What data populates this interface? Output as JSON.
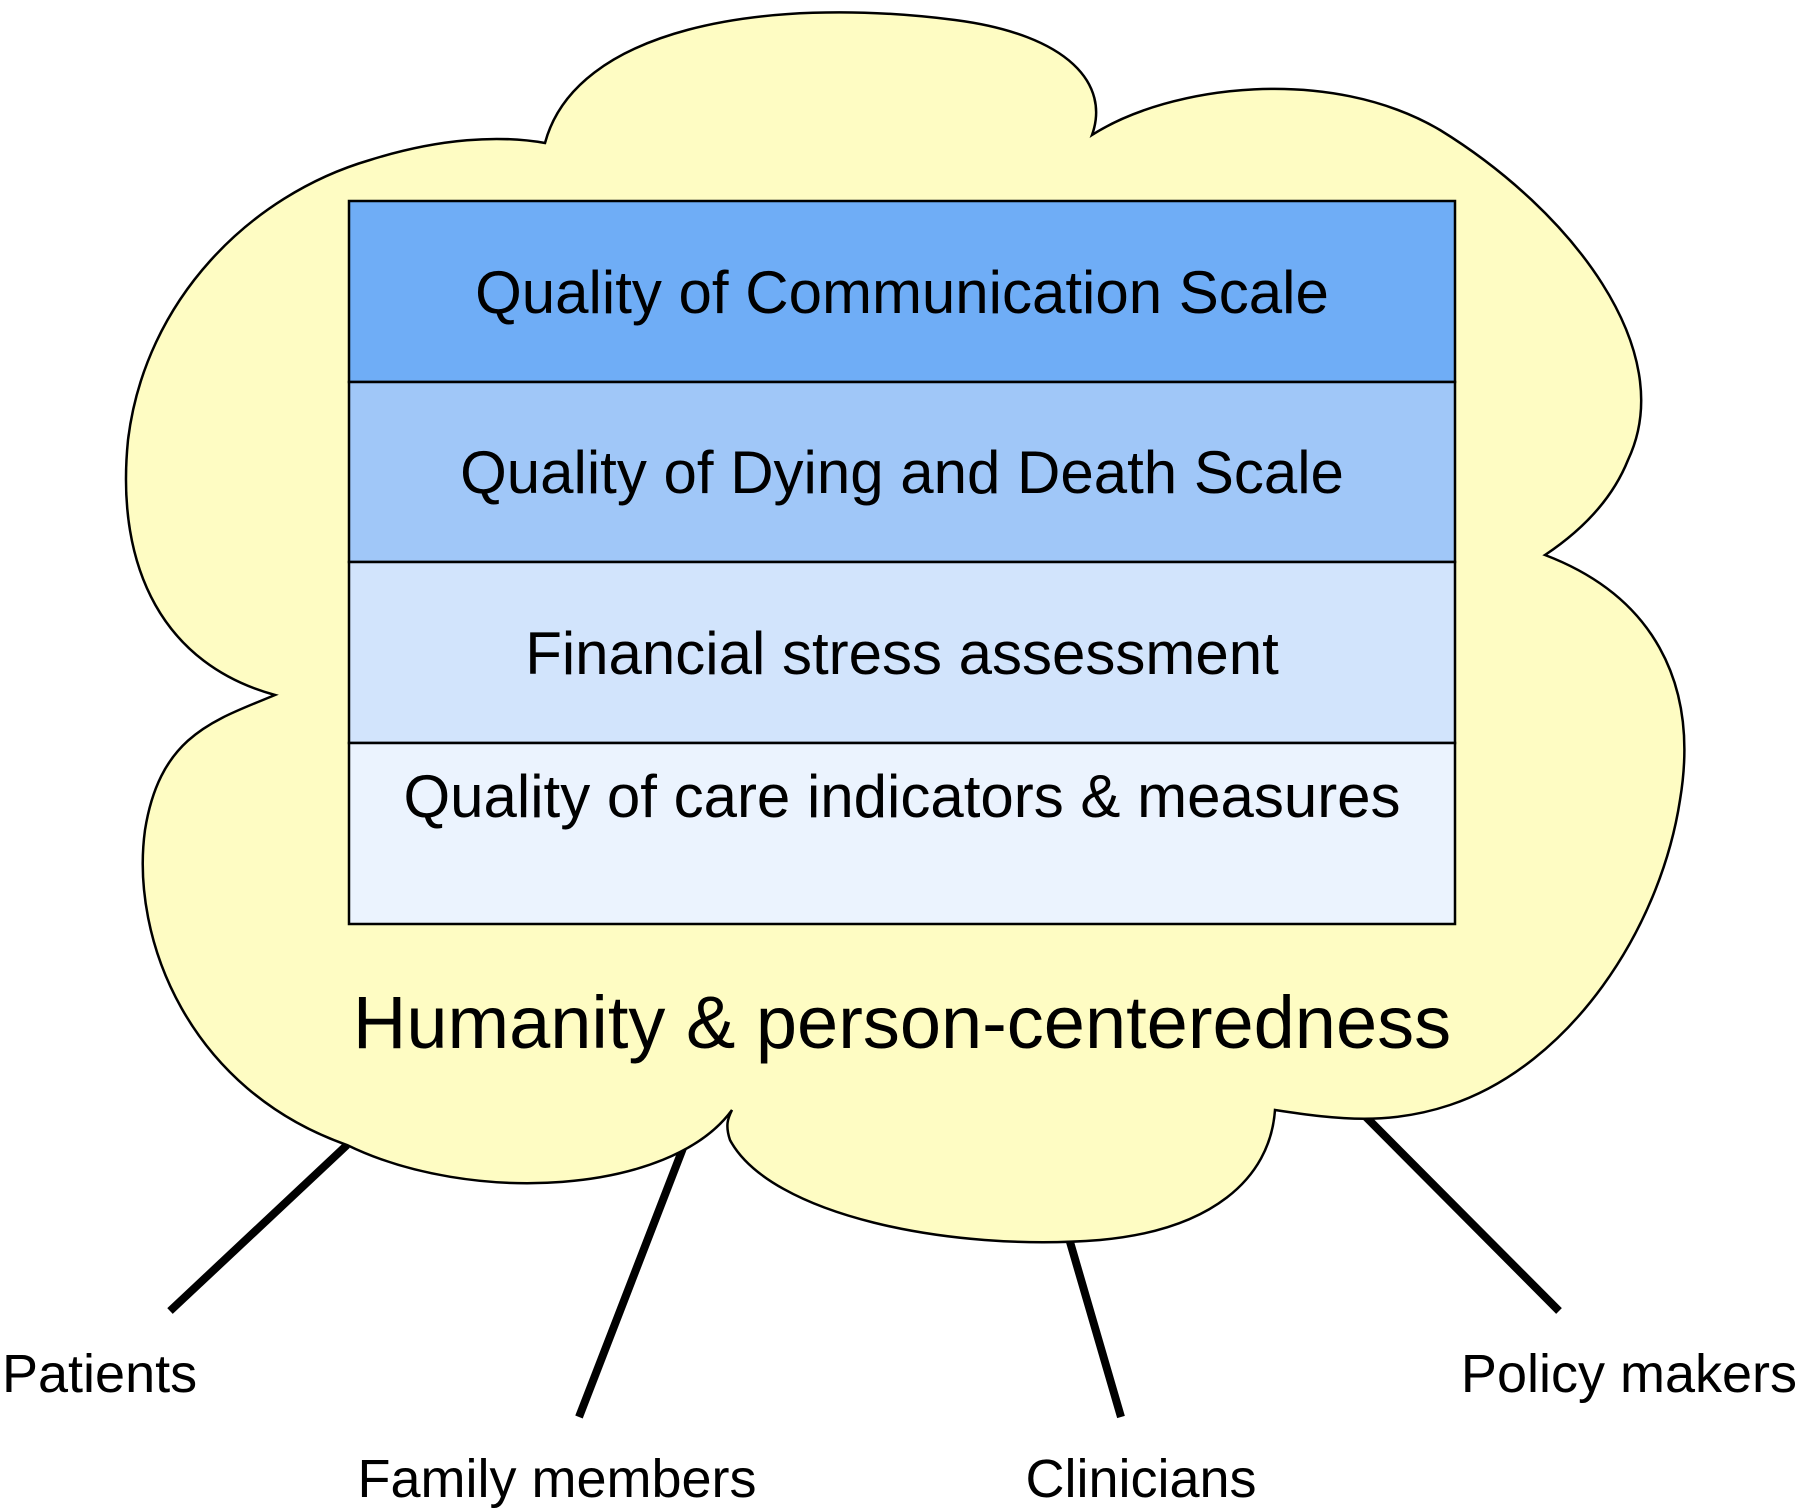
{
  "colors": {
    "cloud_fill": "#fefcc3",
    "layer_1": "#6fadf6",
    "layer_2": "#a0c7f8",
    "layer_3": "#d2e4fc",
    "layer_4": "#ebf3fe",
    "stroke": "#000000"
  },
  "layers": [
    "Quality of Communication Scale",
    "Quality of Dying and Death Scale",
    "Financial stress assessment",
    "Quality of care indicators & measures"
  ],
  "cloud_label": "Humanity & person-centeredness",
  "stakeholders": [
    "Patients",
    "Family members",
    "Clinicians",
    "Policy makers"
  ]
}
